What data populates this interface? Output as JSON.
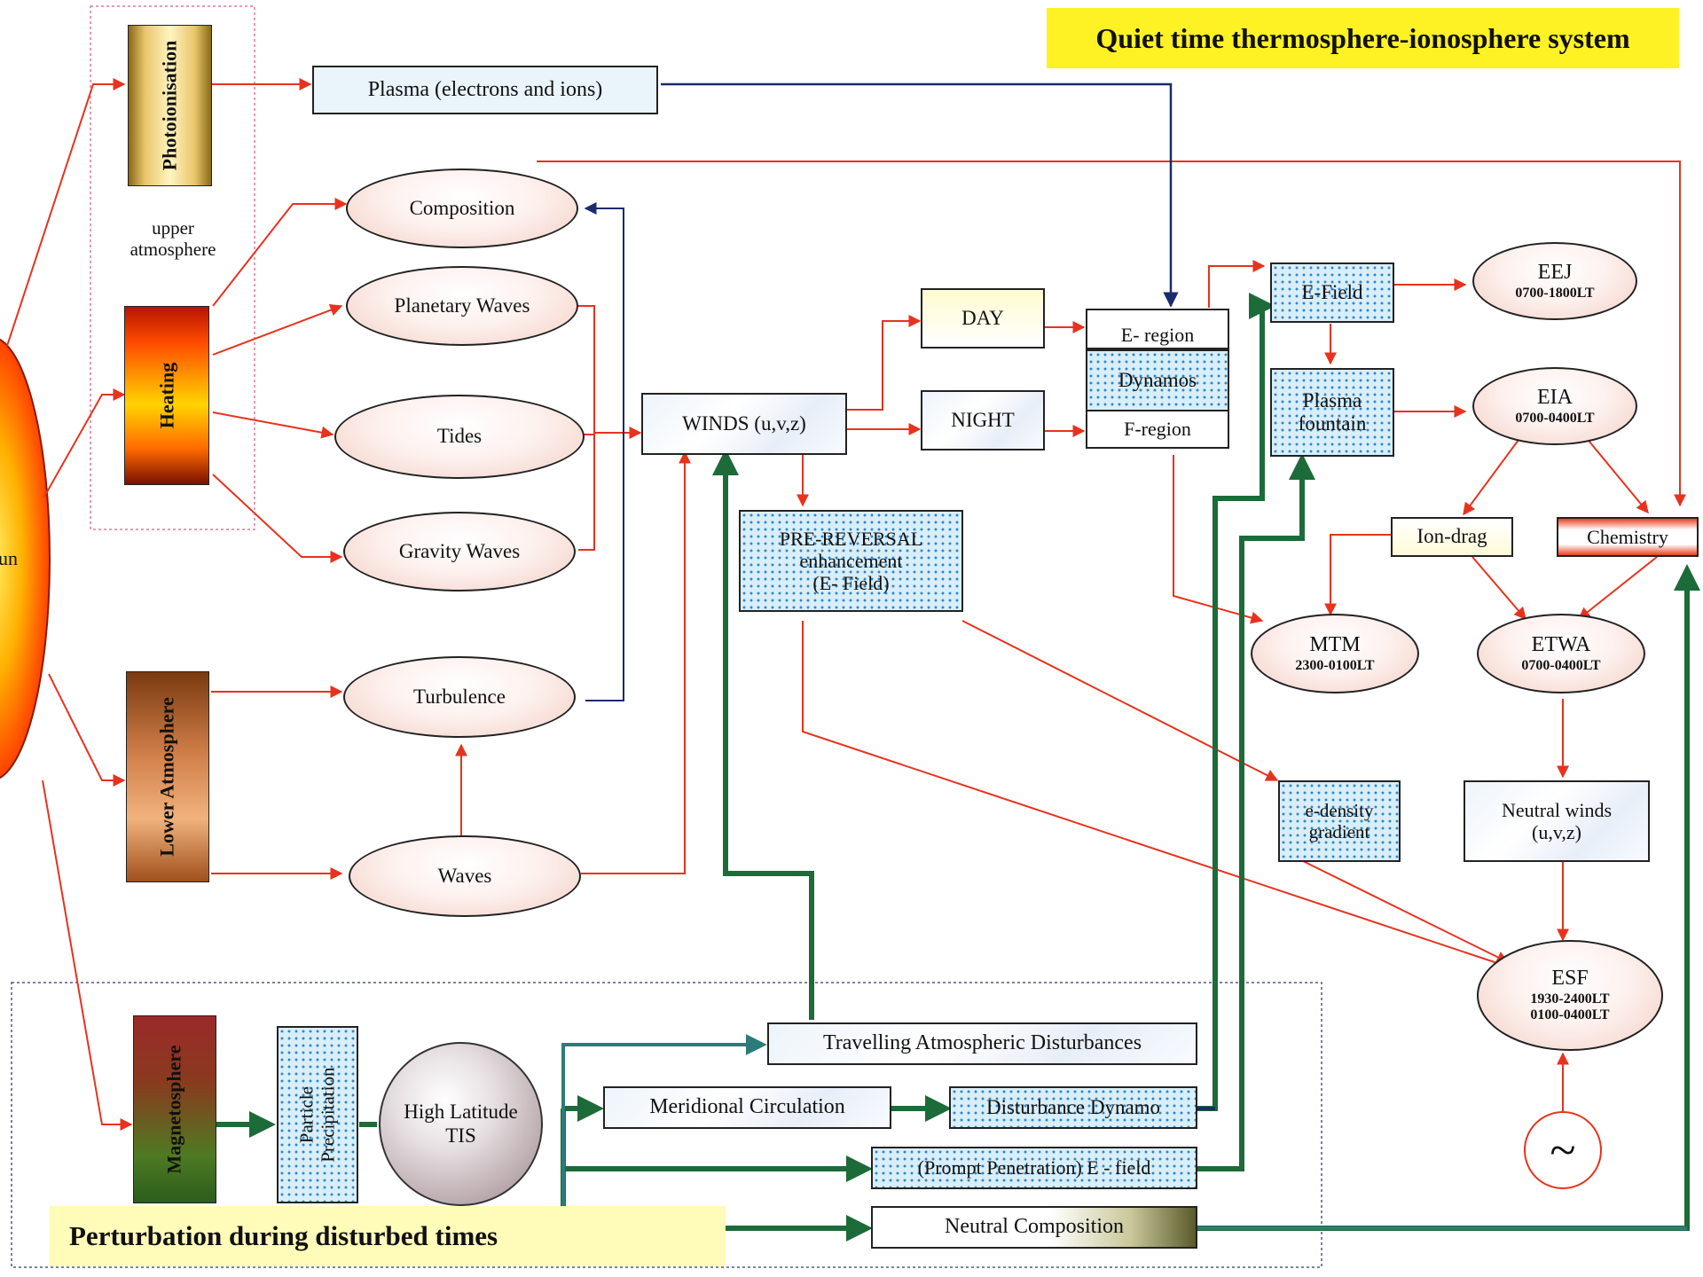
{
  "title": "Quiet time thermosphere-ionosphere system",
  "perturbation_title": "Perturbation during disturbed times",
  "sun_label": "Sun",
  "colors": {
    "red_arrow": "#e8321e",
    "navy_arrow": "#1a2a6c",
    "green_arrow": "#1d6b38",
    "teal_arrow": "#2a7c7a",
    "title_bg": "#fff224",
    "perturb_bg": "#fffbb8"
  },
  "sources": {
    "photoionisation": "Photoionisation",
    "heating": "Heating",
    "lower_atmosphere": "Lower Atmosphere",
    "magnetosphere": "Magnetosphere",
    "upper_atmosphere": "upper\natmosphere"
  },
  "nodes": {
    "plasma": "Plasma  (electrons and ions)",
    "composition": "Composition",
    "planetary_waves": "Planetary Waves",
    "tides": "Tides",
    "gravity_waves": "Gravity Waves",
    "turbulence": "Turbulence",
    "waves": "Waves",
    "winds": "WINDS  (u,v,z)",
    "day": "DAY",
    "night": "NIGHT",
    "e_region": "E- region",
    "dynamos": "Dynamos",
    "f_region": "F-region",
    "e_field": "E-Field",
    "plasma_fountain": "Plasma\nfountain",
    "pre_reversal": "PRE-REVERSAL\nenhancement\n(E- Field)",
    "eej": "EEJ",
    "eej_time": "0700-1800LT",
    "eia": "EIA",
    "eia_time": "0700-0400LT",
    "ion_drag": "Ion-drag",
    "chemistry": "Chemistry",
    "mtm": "MTM",
    "mtm_time": "2300-0100LT",
    "etwa": "ETWA",
    "etwa_time": "0700-0400LT",
    "e_density_gradient": "e-density\ngradient",
    "neutral_winds": "Neutral winds\n(u,v,z)",
    "esf": "ESF",
    "esf_time1": "1930-2400LT",
    "esf_time2": "0100-0400LT",
    "tilde": "~",
    "particle_precipitation": "Particle\nPrecipitation",
    "high_latitude_tis": "High Latitude\nTIS",
    "tad": "Travelling Atmospheric Disturbances",
    "meridional_circulation": "Meridional Circulation",
    "disturbance_dynamo": "Disturbance Dynamo",
    "prompt_penetration": "(Prompt Penetration) E - field",
    "neutral_composition": "Neutral Composition"
  }
}
